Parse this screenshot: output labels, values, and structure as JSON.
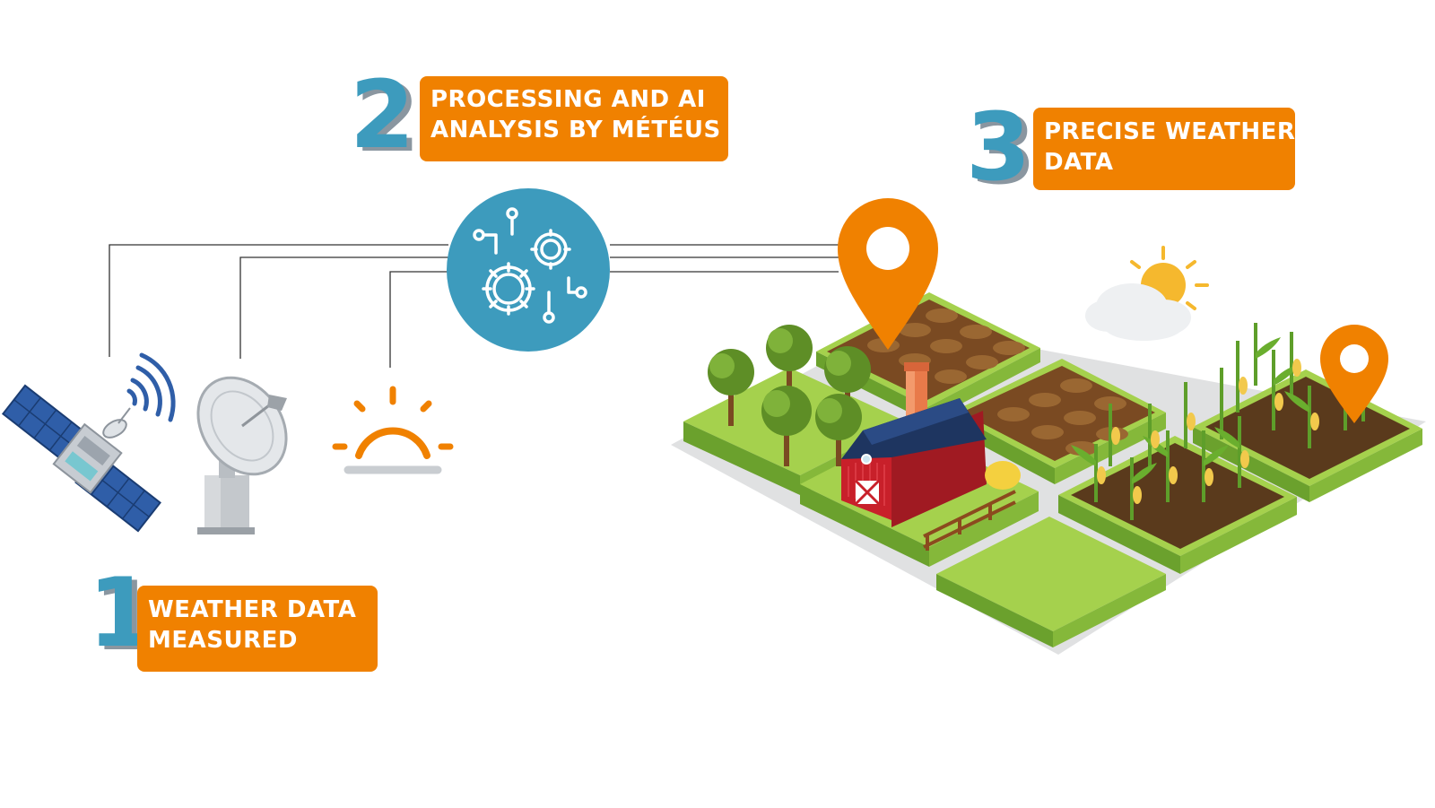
{
  "colors": {
    "accent_orange": "#f08100",
    "step_blue": "#3d9bbd",
    "number_shadow": "#8a96a0",
    "grass_green": "#9ccc45",
    "soil_brown": "#7a4a22",
    "barn_red": "#c8202a",
    "barn_roof": "#1e3560"
  },
  "steps": [
    {
      "number": "1",
      "lines": [
        "WEATHER DATA",
        "MEASURED"
      ]
    },
    {
      "number": "2",
      "lines": [
        "PROCESSING AND AI",
        "ANALYSIS BY MÉTÉUS"
      ]
    },
    {
      "number": "3",
      "lines": [
        "PRECISE WEATHER",
        "DATA"
      ]
    }
  ],
  "icons": {
    "sources": [
      "satellite-icon",
      "radar-dish-icon",
      "sunrise-icon"
    ],
    "processing": "ai-gears-icon",
    "output": [
      "location-pin-icon",
      "partly-sunny-icon",
      "farm-illustration"
    ]
  }
}
